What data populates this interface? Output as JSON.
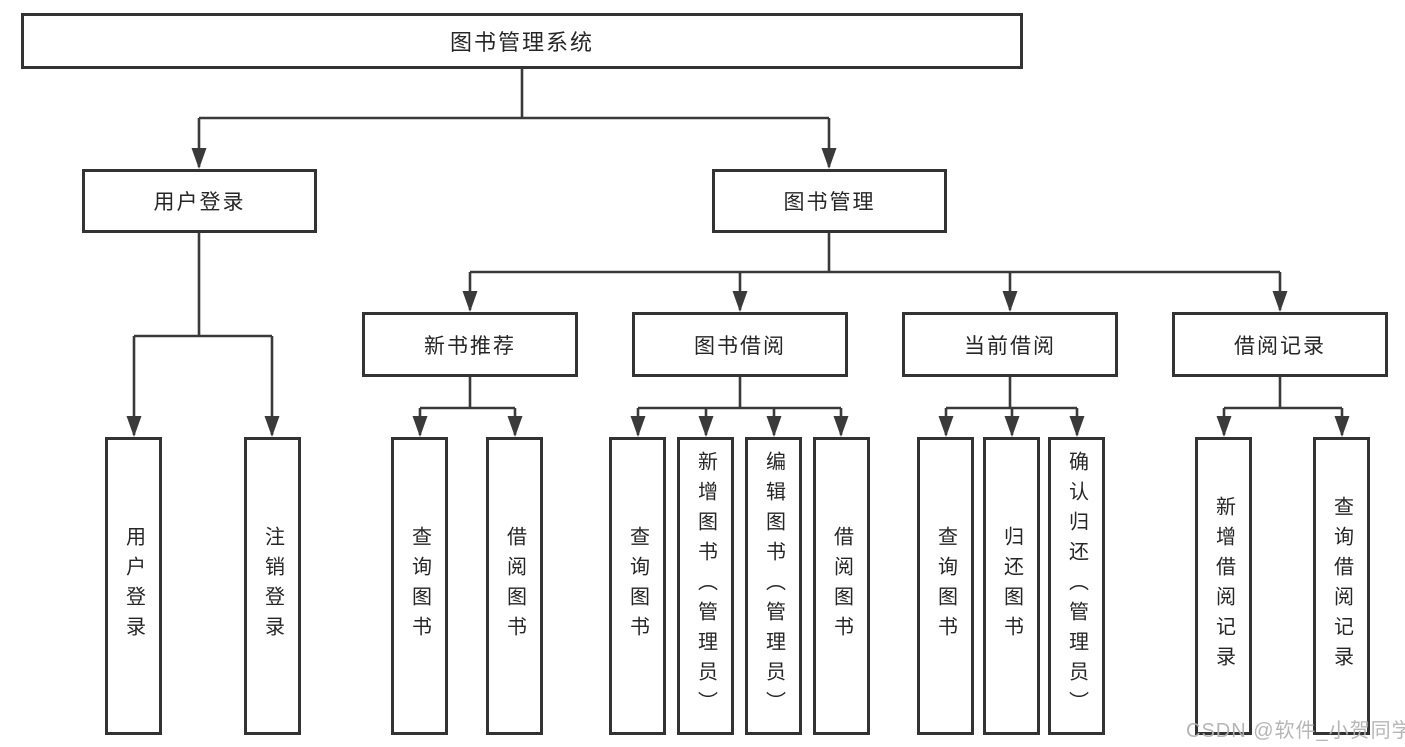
{
  "diagram": {
    "root_label": "图书管理系统",
    "level2": [
      {
        "label": "用户登录"
      },
      {
        "label": "图书管理"
      }
    ],
    "level3": [
      {
        "label": "新书推荐"
      },
      {
        "label": "图书借阅"
      },
      {
        "label": "当前借阅"
      },
      {
        "label": "借阅记录"
      }
    ],
    "leaves": {
      "login": [
        "用户登录",
        "注销登录"
      ],
      "recommend": [
        "查询图书",
        "借阅图书"
      ],
      "borrow": [
        "查询图书",
        "新增图书（管理员）",
        "编辑图书（管理员）",
        "借阅图书"
      ],
      "current": [
        "查询图书",
        "归还图书",
        "确认归还（管理员）"
      ],
      "records": [
        "新增借阅记录",
        "查询借阅记录"
      ]
    }
  },
  "watermark": {
    "text": "CSDN @软件_小贺同学"
  },
  "colors": {
    "line": "#3a3a3a",
    "border": "#333333",
    "text": "#262626",
    "watermark": "#b2b2b2",
    "background": "#ffffff"
  }
}
